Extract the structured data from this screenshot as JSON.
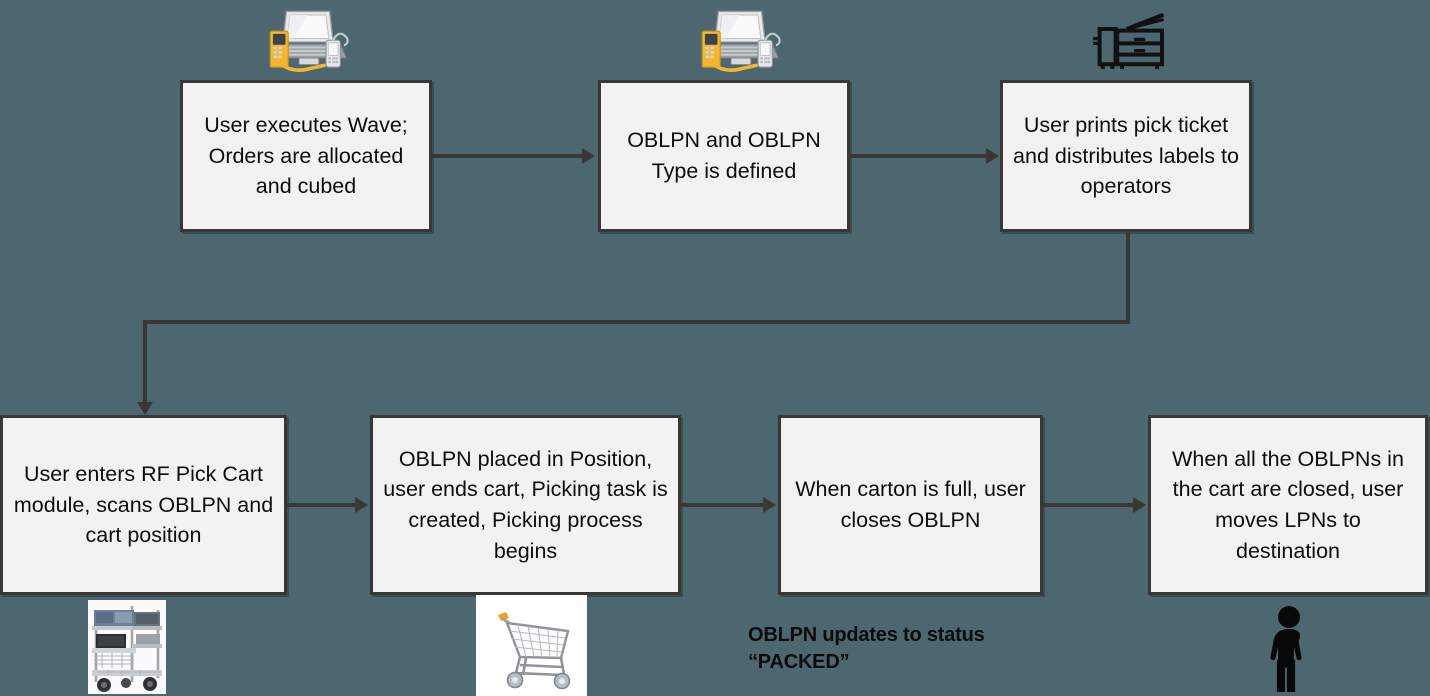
{
  "diagram": {
    "title": "RF Pick Cart process flow",
    "background_color": "#4d6770",
    "node_fill": "#f2f2f2",
    "node_border": "#3a3633",
    "connector_color": "#3a3633"
  },
  "nodes": [
    {
      "id": "n1",
      "label": "User executes Wave; Orders are allocated and cubed"
    },
    {
      "id": "n2",
      "label": "OBLPN and OBLPN Type is defined"
    },
    {
      "id": "n3",
      "label": "User prints pick ticket and distributes labels to operators"
    },
    {
      "id": "n4",
      "label": "User enters RF Pick Cart module, scans OBLPN and cart position"
    },
    {
      "id": "n5",
      "label": "OBLPN placed in Position, user ends cart, Picking task is created, Picking process begins"
    },
    {
      "id": "n6",
      "label": "When carton is full, user closes OBLPN"
    },
    {
      "id": "n7",
      "label": "When all the OBLPNs in the cart are closed, user moves LPNs to destination"
    }
  ],
  "icons": [
    {
      "id": "i1",
      "name": "laptop-rf-scanner-icon"
    },
    {
      "id": "i2",
      "name": "laptop-rf-scanner-icon"
    },
    {
      "id": "i3",
      "name": "printer-icon"
    },
    {
      "id": "i4",
      "name": "pick-cart-photo"
    },
    {
      "id": "i5",
      "name": "shopping-cart-photo"
    },
    {
      "id": "i6",
      "name": "person-icon"
    }
  ],
  "annotations": {
    "packed_status": "OBLPN updates to status\n“PACKED”"
  }
}
